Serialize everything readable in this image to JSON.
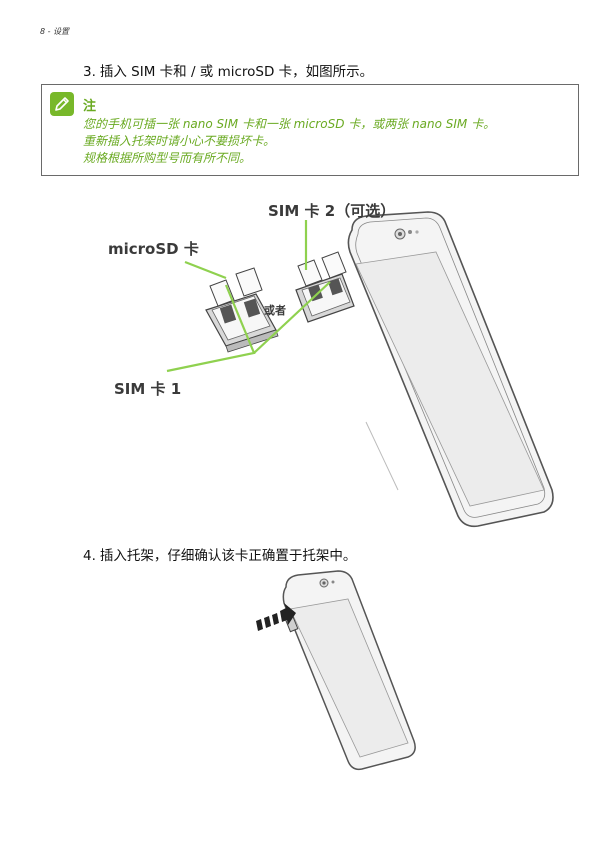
{
  "header": {
    "page_label": "8 - 设置"
  },
  "step3": {
    "number": "3.",
    "text": "插入 SIM 卡和 / 或 microSD 卡，如图所示。"
  },
  "note": {
    "icon": "pencil-icon",
    "title": "注",
    "lines": [
      "您的手机可插一张 nano SIM 卡和一张 microSD 卡，或两张 nano SIM 卡。",
      "重新插入托架时请小心不要损坏卡。",
      "规格根据所购型号而有所不同。"
    ]
  },
  "figure1": {
    "label_sim2": "SIM 卡 2（可选）",
    "label_microsd": "microSD 卡",
    "label_or": "或者",
    "label_sim1": "SIM 卡 1"
  },
  "step4": {
    "number": "4.",
    "text": "插入托架，仔细确认该卡正确置于托架中。"
  },
  "colors": {
    "accent_green": "#78b82a",
    "note_text": "#6aaa22",
    "callout_line": "#8fd14f"
  }
}
